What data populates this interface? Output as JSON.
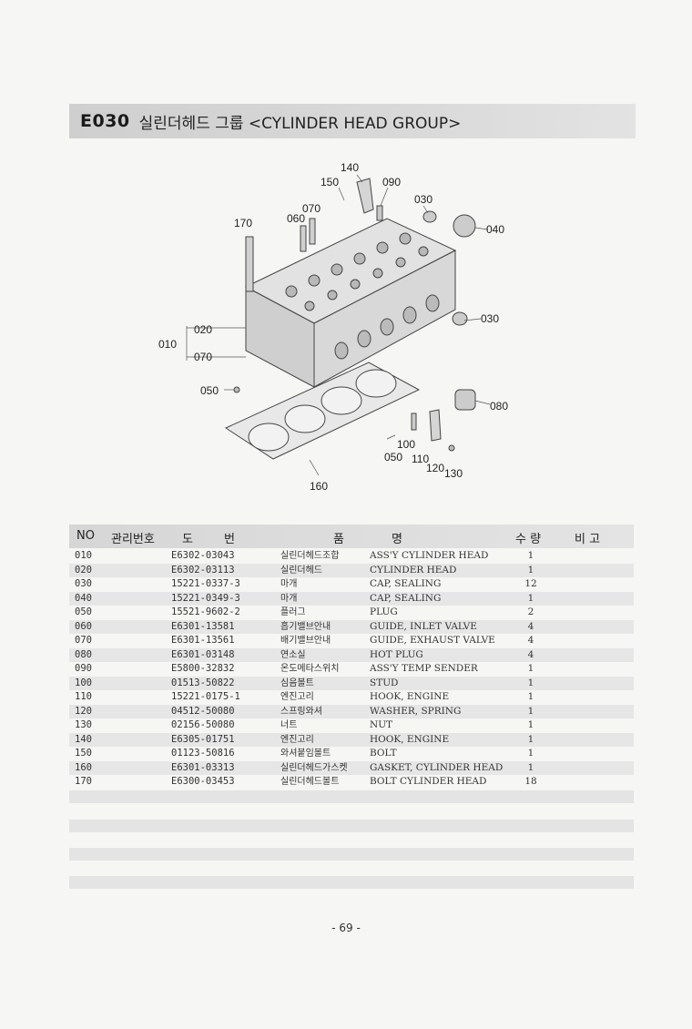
{
  "title": {
    "code": "E030",
    "text": "실린더헤드 그룹 <CYLINDER HEAD GROUP>"
  },
  "diagram": {
    "callouts": [
      "140",
      "150",
      "090",
      "030",
      "070",
      "060",
      "170",
      "040",
      "030",
      "020",
      "010",
      "070",
      "050",
      "080",
      "100",
      "050",
      "110",
      "120",
      "130",
      "160"
    ]
  },
  "table": {
    "headers": {
      "no": "NO",
      "mgmt": "관리번호",
      "part_no_1": "도",
      "part_no_2": "번",
      "name_1": "품",
      "name_2": "명",
      "qty": "수 량",
      "remarks": "비 고"
    },
    "rows": [
      {
        "no": "010",
        "part": "E6302-03043",
        "kor": "실린더헤드조합",
        "eng": "ASS'Y CYLINDER HEAD",
        "qty": "1"
      },
      {
        "no": "020",
        "part": "E6302-03113",
        "kor": "실린더헤드",
        "eng": "CYLINDER HEAD",
        "qty": "1"
      },
      {
        "no": "030",
        "part": "15221-0337-3",
        "kor": "마개",
        "eng": "CAP, SEALING",
        "qty": "12"
      },
      {
        "no": "040",
        "part": "15221-0349-3",
        "kor": "마개",
        "eng": "CAP, SEALING",
        "qty": "1"
      },
      {
        "no": "050",
        "part": "15521-9602-2",
        "kor": "플러그",
        "eng": "PLUG",
        "qty": "2"
      },
      {
        "no": "060",
        "part": "E6301-13581",
        "kor": "흡기밸브안내",
        "eng": "GUIDE, INLET VALVE",
        "qty": "4"
      },
      {
        "no": "070",
        "part": "E6301-13561",
        "kor": "배기밸브안내",
        "eng": "GUIDE, EXHAUST VALVE",
        "qty": "4"
      },
      {
        "no": "080",
        "part": "E6301-03148",
        "kor": "연소실",
        "eng": "HOT PLUG",
        "qty": "4"
      },
      {
        "no": "090",
        "part": "E5800-32832",
        "kor": "온도메타스위치",
        "eng": "ASS'Y  TEMP SENDER",
        "qty": "1"
      },
      {
        "no": "100",
        "part": "01513-50822",
        "kor": "심음볼트",
        "eng": "STUD",
        "qty": "1"
      },
      {
        "no": "110",
        "part": "15221-0175-1",
        "kor": "엔진고리",
        "eng": "HOOK, ENGINE",
        "qty": "1"
      },
      {
        "no": "120",
        "part": "04512-50080",
        "kor": "스프링와셔",
        "eng": "WASHER, SPRING",
        "qty": "1"
      },
      {
        "no": "130",
        "part": "02156-50080",
        "kor": "너트",
        "eng": "NUT",
        "qty": "1"
      },
      {
        "no": "140",
        "part": "E6305-01751",
        "kor": "엔진고리",
        "eng": "HOOK, ENGINE",
        "qty": "1"
      },
      {
        "no": "150",
        "part": "01123-50816",
        "kor": "와셔붙임볼트",
        "eng": "BOLT",
        "qty": "1"
      },
      {
        "no": "160",
        "part": "E6301-03313",
        "kor": "실린더헤드가스켓",
        "eng": "GASKET, CYLINDER HEAD",
        "qty": "1"
      },
      {
        "no": "170",
        "part": "E6300-03453",
        "kor": "실린더헤드볼트",
        "eng": "BOLT CYLINDER HEAD",
        "qty": "18"
      }
    ]
  },
  "page_number": "- 69 -"
}
